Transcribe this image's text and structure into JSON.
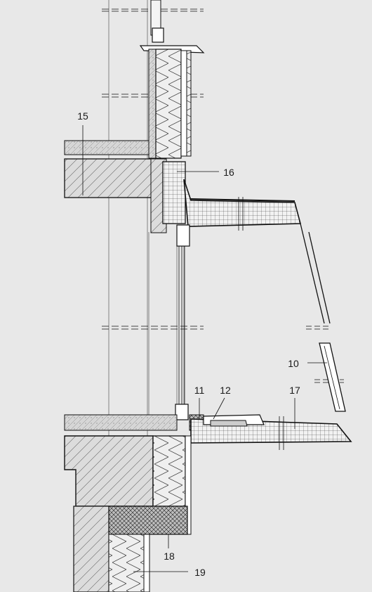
{
  "callouts": {
    "c10": "10",
    "c11": "11",
    "c12": "12",
    "c15": "15",
    "c16": "16",
    "c17": "17",
    "c18": "18",
    "c19": "19"
  },
  "colors": {
    "background": "#e8e8e8",
    "line": "#111111",
    "hatch": "#555555",
    "dark_fill": "#1a1a1a"
  }
}
